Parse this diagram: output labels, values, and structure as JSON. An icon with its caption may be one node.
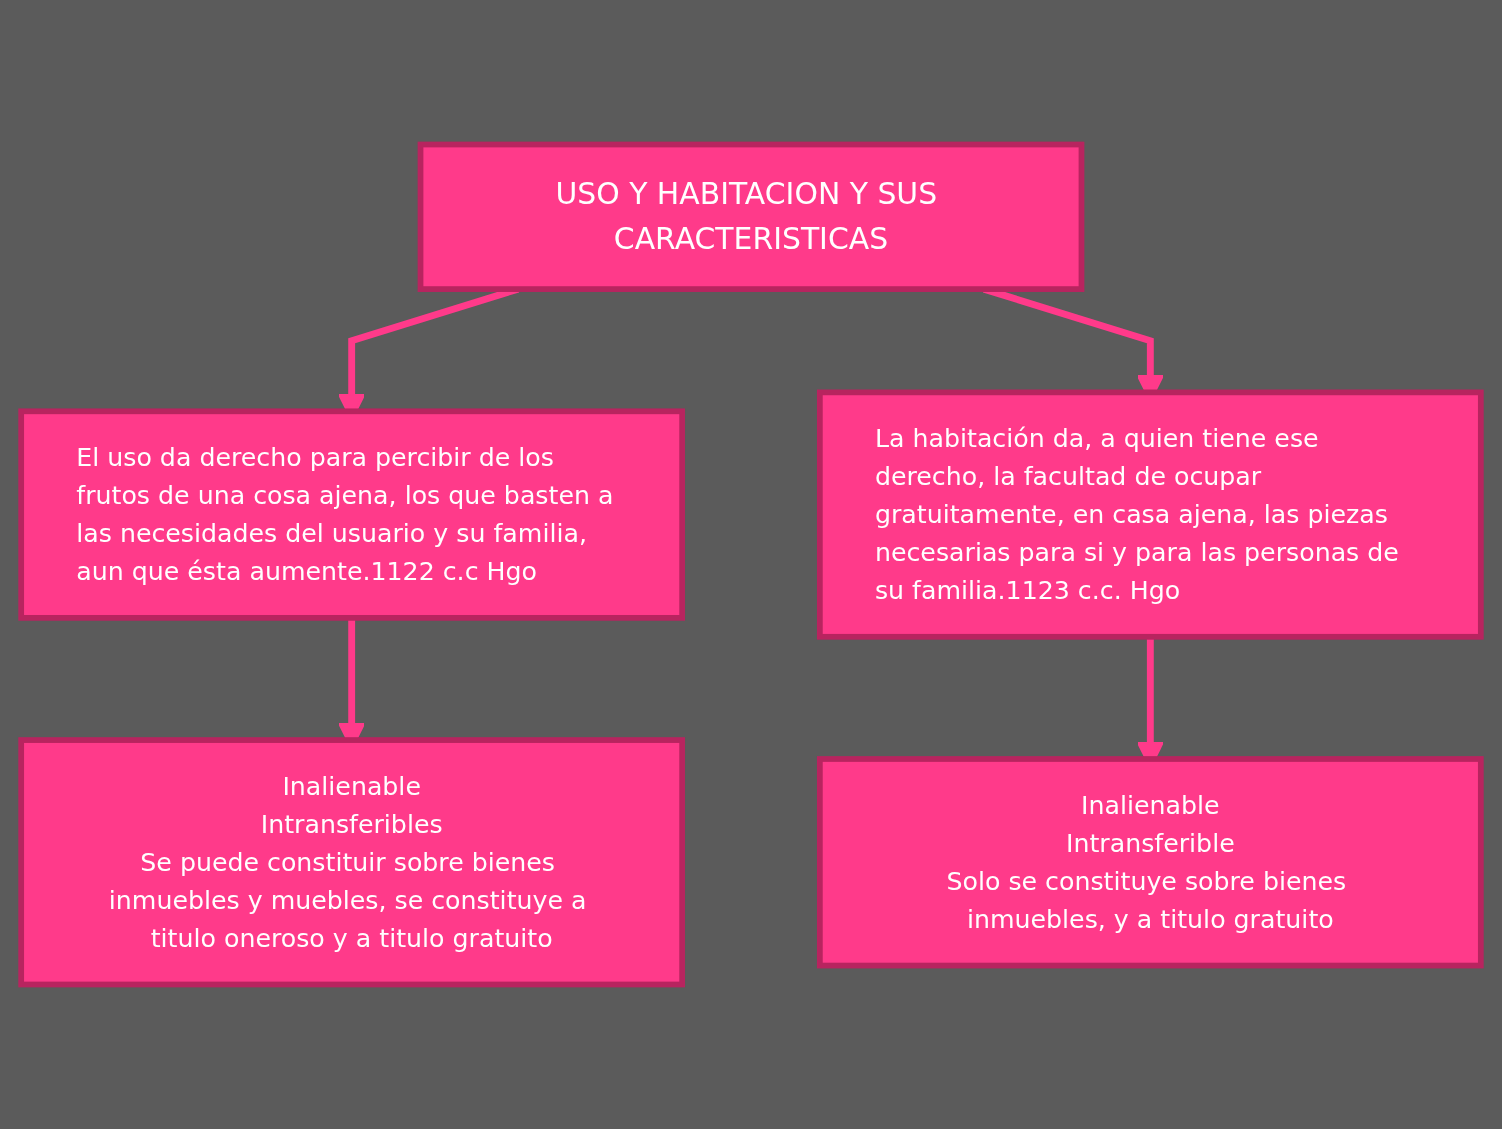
{
  "diagram": {
    "nodes": [
      {
        "text": [
          "USO Y HABITACION Y SUS CARACTERISTICAS"
        ]
      },
      {
        "text": [
          "El uso da derecho para percibir de los frutos de una cosa ajena, los que basten a las necesidades del usuario y su familia, aun que ésta aumente.1122 c.c Hgo"
        ]
      },
      {
        "text": [
          "La habitación da, a quien tiene ese derecho, la facultad de ocupar gratuitamente, en casa ajena, las piezas necesarias para si y para las personas de su familia.1123 c.c. Hgo"
        ]
      },
      {
        "text": [
          "Inalienable",
          "Intransferibles",
          "Se puede constituir sobre bienes inmuebles y muebles, se constituye a titulo oneroso y a titulo gratuito"
        ]
      },
      {
        "text": [
          "Inalienable",
          "Intransferible",
          "Solo se constituye sobre bienes inmuebles, y a titulo gratuito"
        ]
      }
    ],
    "edges": [
      {
        "from": 0,
        "to": 1,
        "arrow": "to"
      },
      {
        "from": 0,
        "to": 2,
        "arrow": "to"
      },
      {
        "from": 1,
        "to": 3,
        "arrow": "to"
      },
      {
        "from": 2,
        "to": 4,
        "arrow": "to"
      }
    ]
  }
}
